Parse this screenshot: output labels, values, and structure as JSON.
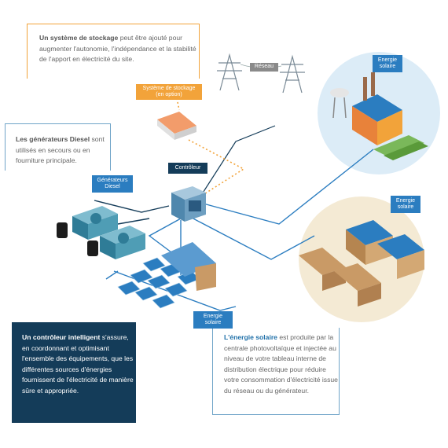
{
  "storage_box": {
    "title": "Un système de stockage",
    "text": " peut être ajouté pour augmenter l'autonomie, l'indépendance et la stabilité de l'apport en électricité du site."
  },
  "diesel_box": {
    "title": "Les générateurs Diesel",
    "text": " sont utilisés en secours ou en fourniture principale."
  },
  "controller_box": {
    "title": "Un contrôleur intelligent",
    "text": " s'assure, en coordonnant et optimisant l'ensemble des équipements, que les différentes sources d'énergies fournissent de l'électricité de manière sûre et appropriée."
  },
  "solar_box": {
    "title": "L'énergie solaire",
    "text": " est produite par la centrale photovoltaïque et injectée au niveau de votre tableau interne de distribution électrique pour réduire votre consommation d'électricité issue du réseau ou du générateur."
  },
  "tags": {
    "storage_line1": "Système de stockage",
    "storage_line2": "(en option)",
    "reseau": "Réseau",
    "controleur": "Contrôleur",
    "diesel_line1": "Générateurs",
    "diesel_line2": "Diesel",
    "solar_factory_line1": "Energie",
    "solar_factory_line2": "solaire",
    "solar_camp_line1": "Energie",
    "solar_camp_line2": "solaire",
    "solar_field_line1": "Energie",
    "solar_field_line2": "solaire"
  },
  "colors": {
    "line_blue": "#2b7dc0",
    "line_navy": "#143c59",
    "dotted_orange": "#f2a33a",
    "circle_blue": "#dcecf7",
    "circle_beige": "#f4ead4"
  }
}
